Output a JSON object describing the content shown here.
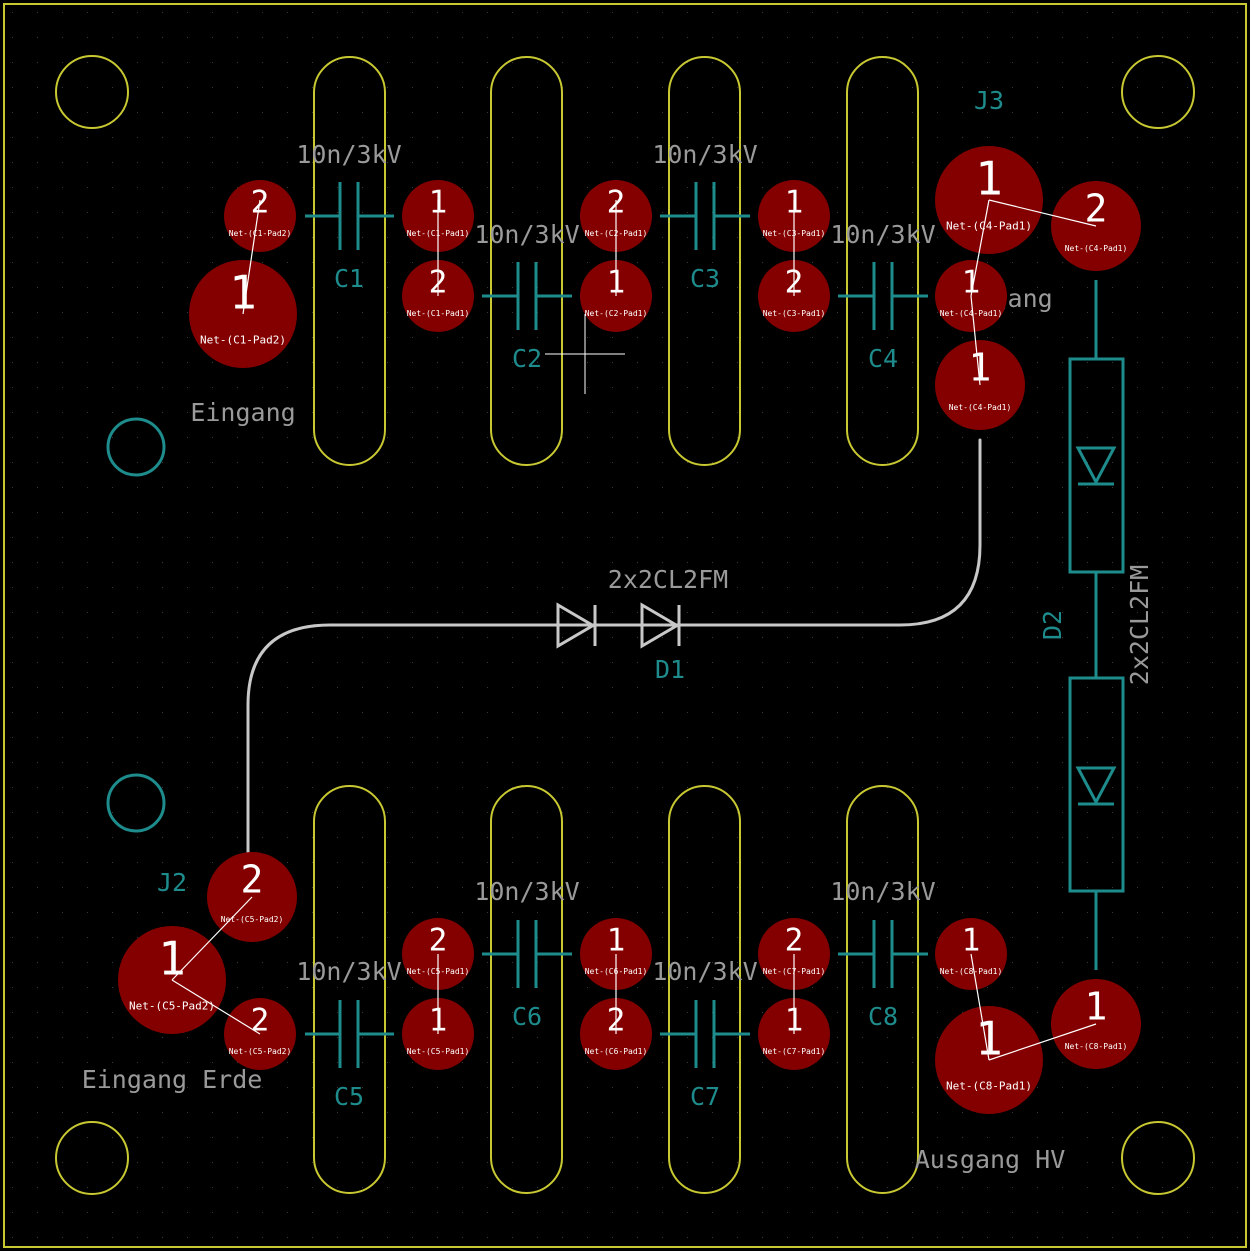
{
  "colors": {
    "background": "#000000",
    "board_outline": "#c8c832",
    "silkscreen": "#9a9a9a",
    "fab_teal": "#1e8c8c",
    "pad": "#840000",
    "pad_text": "#ffffff",
    "ratsnest": "#ffffff",
    "track": "#c8c8c8"
  },
  "capacitor_value": "10n/3kV",
  "diode_value": "2x2CL2FM",
  "labels": {
    "eingang": "Eingang",
    "eingang_hidden": "Eingang",
    "eingang_erde": "Eingang Erde",
    "ausgang_hv": "Ausgang HV"
  },
  "references": {
    "c1": "C1",
    "c2": "C2",
    "c3": "C3",
    "c4": "C4",
    "c5": "C5",
    "c6": "C6",
    "c7": "C7",
    "c8": "C8",
    "d1": "D1",
    "d2": "D2",
    "j2": "J2",
    "j3": "J3"
  },
  "pads": [
    {
      "num": "2",
      "net": "Net-(C1-Pad2)"
    },
    {
      "num": "1",
      "net": "Net-(C1-Pad2)"
    },
    {
      "num": "1",
      "net": "Net-(C1-Pad1)"
    },
    {
      "num": "2",
      "net": "Net-(C1-Pad1)"
    },
    {
      "num": "2",
      "net": "Net-(C2-Pad1)"
    },
    {
      "num": "1",
      "net": "Net-(C2-Pad1)"
    },
    {
      "num": "1",
      "net": "Net-(C3-Pad1)"
    },
    {
      "num": "2",
      "net": "Net-(C3-Pad1)"
    },
    {
      "num": "1",
      "net": "Net-(C4-Pad1)"
    },
    {
      "num": "2",
      "net": "Net-(C4-Pad1)"
    },
    {
      "num": "1",
      "net": "Net-(C4-Pad1)"
    },
    {
      "num": "1",
      "net": "Net-(C4-Pad1)"
    },
    {
      "num": "2",
      "net": "Net-(C5-Pad2)"
    },
    {
      "num": "1",
      "net": "Net-(C5-Pad2)"
    },
    {
      "num": "2",
      "net": "Net-(C5-Pad2)"
    },
    {
      "num": "1",
      "net": "Net-(C5-Pad1)"
    },
    {
      "num": "2",
      "net": "Net-(C5-Pad1)"
    },
    {
      "num": "1",
      "net": "Net-(C6-Pad1)"
    },
    {
      "num": "2",
      "net": "Net-(C6-Pad1)"
    },
    {
      "num": "2",
      "net": "Net-(C7-Pad1)"
    },
    {
      "num": "1",
      "net": "Net-(C7-Pad1)"
    },
    {
      "num": "1",
      "net": "Net-(C8-Pad1)"
    },
    {
      "num": "1",
      "net": "Net-(C8-Pad1)"
    },
    {
      "num": "1",
      "net": "Net-(C8-Pad1)"
    }
  ]
}
